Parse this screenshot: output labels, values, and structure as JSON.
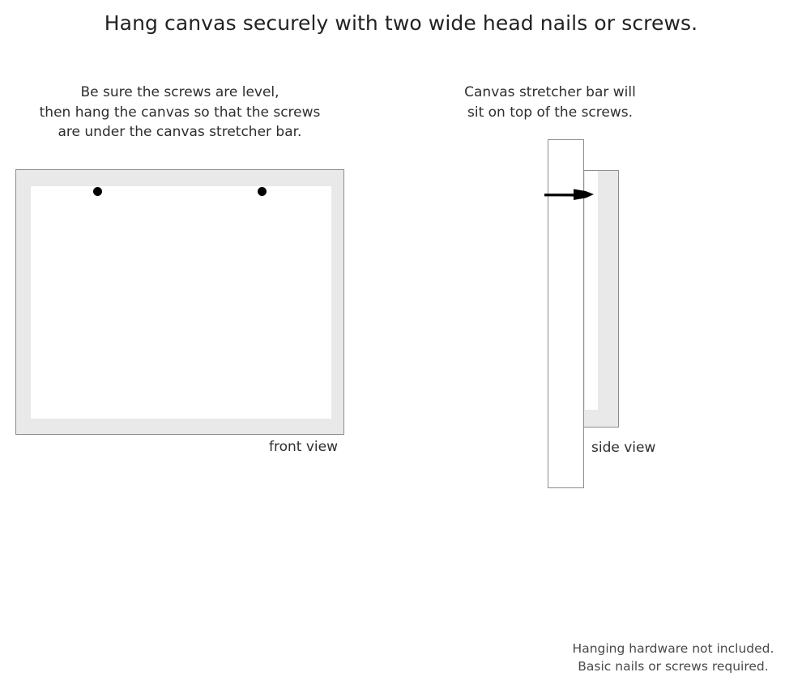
{
  "title": "Hang canvas securely with two wide head nails or screws.",
  "captions": {
    "left": {
      "line1": "Be sure the screws are level,",
      "line2": "then hang the canvas so that the screws",
      "line3": "are under the canvas stretcher bar."
    },
    "right": {
      "line1": "Canvas stretcher bar will",
      "line2": "sit on top of the screws."
    }
  },
  "diagrams": {
    "front": {
      "label": "front view",
      "frame_color": "#e9e9e9",
      "frame_border_color": "#8d8d8d",
      "inner_color": "#ffffff",
      "screw_color": "#000000",
      "screw_count": 2
    },
    "side": {
      "label": "side view",
      "wall_color": "#ffffff",
      "canvas_color": "#e9e9e9",
      "canvas_face_color": "#ffffff",
      "border_color": "#8d8d8d",
      "nail_color": "#000000"
    }
  },
  "footer": {
    "line1": "Hanging hardware not included.",
    "line2": "Basic nails or screws required."
  },
  "colors": {
    "background": "#ffffff",
    "text": "#2b2b2b",
    "muted_text": "#4a4a4a"
  }
}
